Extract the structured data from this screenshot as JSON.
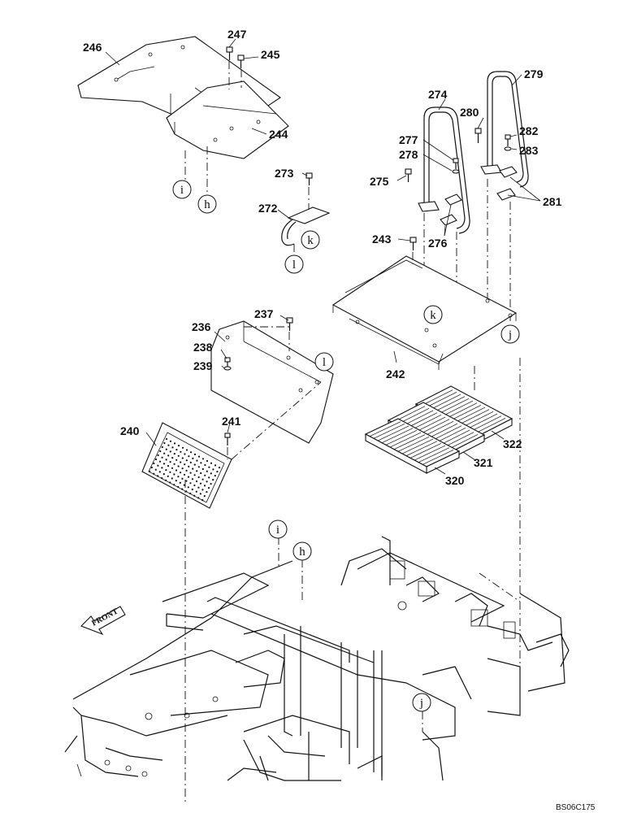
{
  "part_numbers": {
    "p246": "246",
    "p247": "247",
    "p245": "245",
    "p244": "244",
    "p274": "274",
    "p279": "279",
    "p280": "280",
    "p277": "277",
    "p278": "278",
    "p282": "282",
    "p283": "283",
    "p275": "275",
    "p281": "281",
    "p273": "273",
    "p272": "272",
    "p276": "276",
    "p243": "243",
    "p237": "237",
    "p236": "236",
    "p238": "238",
    "p239": "239",
    "p242": "242",
    "p241": "241",
    "p240": "240",
    "p322": "322",
    "p321": "321",
    "p320": "320"
  },
  "reference_letters": {
    "i_top": "i",
    "h_top": "h",
    "k_bracket": "k",
    "l_bracket": "l",
    "k_floor": "k",
    "j_floor": "j",
    "l_cover": "l",
    "i_frame": "i",
    "h_frame": "h",
    "j_frame": "j"
  },
  "front_label": "FRONT",
  "drawing_code": "BS06C175"
}
